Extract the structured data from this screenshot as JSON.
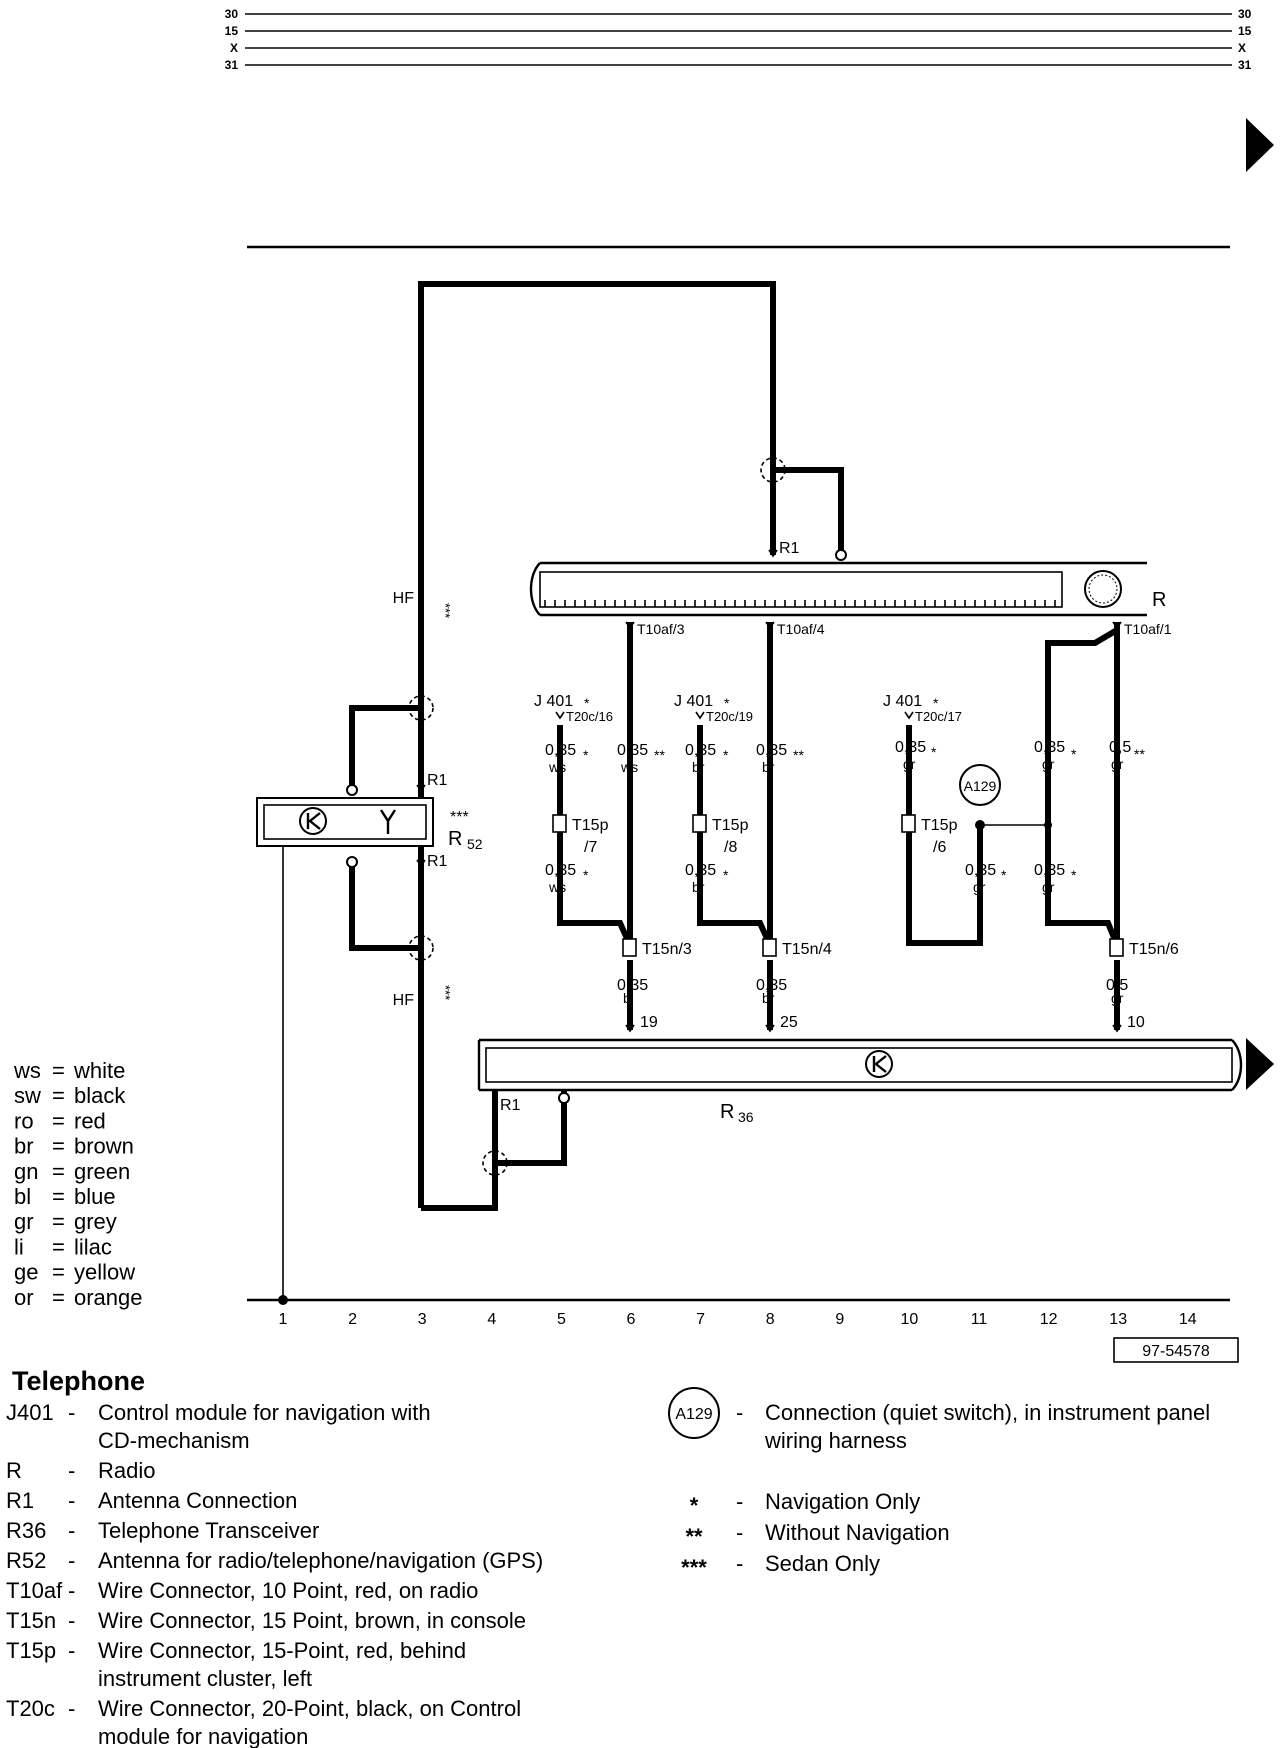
{
  "rails": {
    "left": [
      "30",
      "15",
      "X",
      "31"
    ],
    "right": [
      "30",
      "15",
      "X",
      "31"
    ]
  },
  "components": {
    "radio": "R",
    "transceiver": "R",
    "transceiver_sub": "36",
    "antenna": "R",
    "antenna_sub": "52",
    "antenna_mark": "***",
    "quiet_switch": "A129"
  },
  "connectors": {
    "R1": "R1",
    "t10af_3": "T10af/3",
    "t10af_4": "T10af/4",
    "t10af_1": "T10af/1",
    "t15n_3": "T15n/3",
    "t15n_4": "T15n/4",
    "t15n_6": "T15n/6",
    "t15p": "T15p",
    "t15p_7": "/7",
    "t15p_8": "/8",
    "t15p_6": "/6",
    "pin_19": "19",
    "pin_25": "25",
    "pin_10": "10",
    "j401": "J 401",
    "star": "*",
    "t20c_16": "T20c/16",
    "t20c_19": "T20c/19",
    "t20c_17": "T20c/17",
    "hf": "HF",
    "hf_mark": "***"
  },
  "wires": {
    "size_035": "0,35",
    "size_05": "0,5",
    "star1": "*",
    "star2": "**",
    "ws": "ws",
    "br": "br",
    "gr": "gr",
    "bl": "bl"
  },
  "legend_colors": [
    {
      "code": "ws",
      "name": "white"
    },
    {
      "code": "sw",
      "name": "black"
    },
    {
      "code": "ro",
      "name": "red"
    },
    {
      "code": "br",
      "name": "brown"
    },
    {
      "code": "gn",
      "name": "green"
    },
    {
      "code": "bl",
      "name": "blue"
    },
    {
      "code": "gr",
      "name": "grey"
    },
    {
      "code": "li",
      "name": "lilac"
    },
    {
      "code": "ge",
      "name": "yellow"
    },
    {
      "code": "or",
      "name": "orange"
    }
  ],
  "grid_numbers": [
    "1",
    "2",
    "3",
    "4",
    "5",
    "6",
    "7",
    "8",
    "9",
    "10",
    "11",
    "12",
    "13",
    "14"
  ],
  "figure_id": "97-54578",
  "caption": {
    "title": "Telephone",
    "items_left": [
      {
        "code": "J401",
        "desc": [
          "Control module for navigation with",
          "CD-mechanism"
        ]
      },
      {
        "code": "R",
        "desc": [
          "Radio"
        ]
      },
      {
        "code": "R1",
        "desc": [
          "Antenna Connection"
        ]
      },
      {
        "code": "R36",
        "desc": [
          "Telephone Transceiver"
        ]
      },
      {
        "code": "R52",
        "desc": [
          "Antenna for radio/telephone/navigation (GPS)"
        ]
      },
      {
        "code": "T10af",
        "desc": [
          "Wire Connector, 10 Point, red, on radio"
        ]
      },
      {
        "code": "T15n",
        "desc": [
          "Wire Connector, 15 Point, brown, in console"
        ]
      },
      {
        "code": "T15p",
        "desc": [
          "Wire Connector, 15-Point, red, behind",
          "instrument cluster, left"
        ]
      },
      {
        "code": "T20c",
        "desc": [
          "Wire Connector, 20-Point, black, on Control",
          "module for navigation"
        ]
      }
    ],
    "items_right": [
      {
        "code": "A129",
        "desc": [
          "Connection (quiet switch), in instrument panel",
          "wiring harness"
        ]
      },
      {
        "code": "*",
        "desc": [
          "Navigation Only"
        ]
      },
      {
        "code": "**",
        "desc": [
          "Without Navigation"
        ]
      },
      {
        "code": "***",
        "desc": [
          "Sedan Only"
        ]
      }
    ]
  }
}
